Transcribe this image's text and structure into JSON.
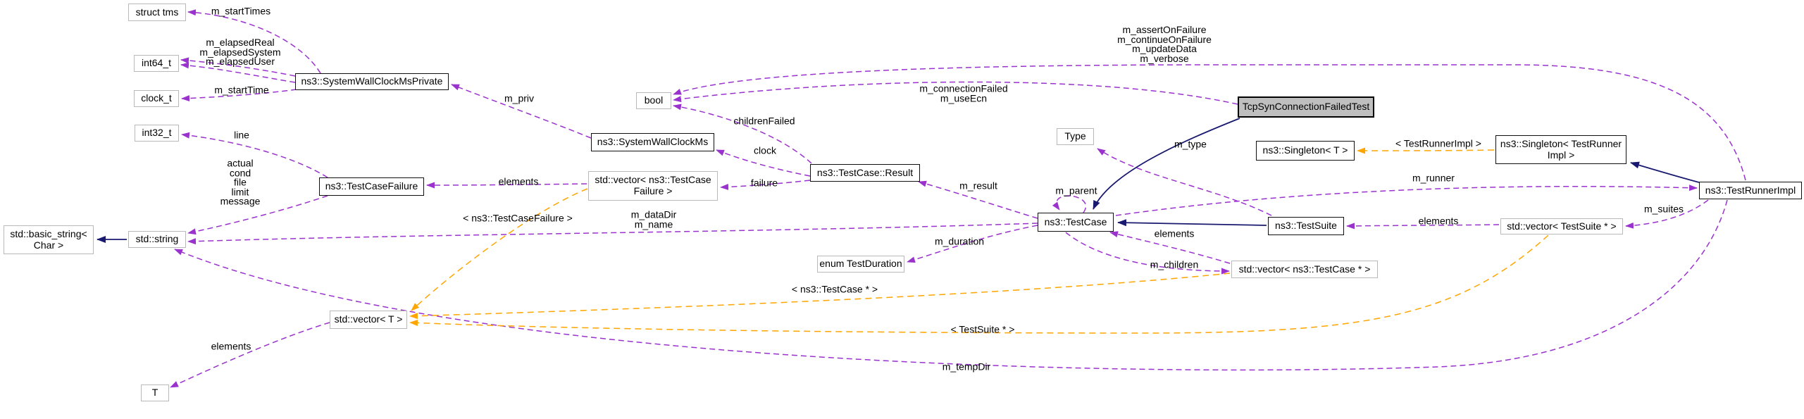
{
  "diagram": {
    "kind": "doxygen-collaboration-graph",
    "colors": {
      "usage_edge": "#9a32cd",
      "inheritance_edge": "#191970",
      "template_edge": "#ffa500",
      "node_border": "#101010",
      "external_node_border": "#b9b9b9",
      "current_node_fill": "#bfbfbf",
      "background": "#ffffff"
    },
    "nodes": {
      "struct_tms": {
        "label": "struct tms"
      },
      "int64_t": {
        "label": "int64_t"
      },
      "clock_t": {
        "label": "clock_t"
      },
      "int32_t": {
        "label": "int32_t"
      },
      "system_wall_clock_ms_private": {
        "label": "ns3::SystemWallClockMsPrivate"
      },
      "bool": {
        "label": "bool"
      },
      "system_wall_clock_ms": {
        "label": "ns3::SystemWallClockMs"
      },
      "vector_test_case_failure": {
        "label": "std::vector< ns3::TestCase\nFailure >"
      },
      "test_case_failure": {
        "label": "ns3::TestCaseFailure"
      },
      "std_string": {
        "label": "std::string"
      },
      "basic_string": {
        "label": "std::basic_string<\nChar >"
      },
      "test_case_result": {
        "label": "ns3::TestCase::Result"
      },
      "enum_test_duration": {
        "label": "enum TestDuration"
      },
      "type": {
        "label": "Type"
      },
      "test_case": {
        "label": "ns3::TestCase"
      },
      "test_suite": {
        "label": "ns3::TestSuite"
      },
      "vector_test_case_ptr": {
        "label": "std::vector< ns3::TestCase * >"
      },
      "vector_test_suite_ptr": {
        "label": "std::vector< TestSuite * >"
      },
      "tcp_syn_connection_failed_test": {
        "label": "TcpSynConnectionFailedTest"
      },
      "singleton_t": {
        "label": "ns3::Singleton< T >"
      },
      "singleton_test_runner_impl": {
        "label": "ns3::Singleton< TestRunner\nImpl >"
      },
      "test_runner_impl": {
        "label": "ns3::TestRunnerImpl"
      },
      "vector_t": {
        "label": "std::vector< T >"
      },
      "t": {
        "label": "T"
      }
    },
    "edge_labels": {
      "m_start_times": "m_startTimes",
      "m_elapsed": "m_elapsedReal\nm_elapsedSystem\nm_elapsedUser",
      "m_start_time": "m_startTime",
      "line": "line",
      "failure_fields": "actual\ncond\nfile\nlimit\nmessage",
      "m_priv": "m_priv",
      "children_failed": "childrenFailed",
      "clock": "clock",
      "failure": "failure",
      "elements_failure": "elements",
      "template_test_case_failure": "< ns3::TestCaseFailure >",
      "m_data_dir_m_name": "m_dataDir\nm_name",
      "m_result": "m_result",
      "m_connection": "m_connectionFailed\nm_useEcn",
      "m_flags": "m_assertOnFailure\nm_continueOnFailure\nm_updateData\nm_verbose",
      "m_parent": "m_parent",
      "m_type": "m_type",
      "elements_test_case": "elements",
      "m_children": "m_children",
      "m_duration": "m_duration",
      "elements_test_suite": "elements",
      "m_runner": "m_runner",
      "template_test_runner_impl": "< TestRunnerImpl >",
      "m_suites": "m_suites",
      "template_test_case_ptr": "< ns3::TestCase * >",
      "template_test_suite_ptr": "< TestSuite * >",
      "m_temp_dir": "m_tempDir",
      "elements_t": "elements"
    }
  }
}
